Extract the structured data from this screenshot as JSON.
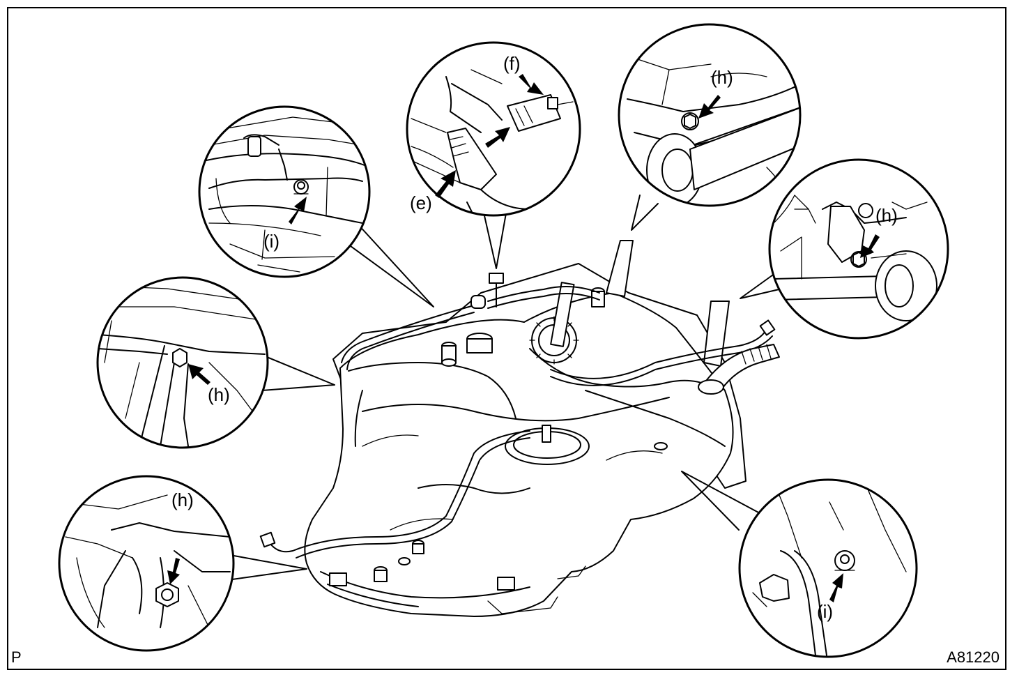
{
  "figure": {
    "drawing_id": "A81220",
    "corner_mark": "P"
  },
  "callouts": [
    {
      "id": "upper-left",
      "label": "(i)",
      "marker": "arrow-to-bolt"
    },
    {
      "id": "top-center",
      "label_1": "(e)",
      "label_2": "(f)",
      "marker": "connector"
    },
    {
      "id": "top-right",
      "label": "(h)",
      "marker": "arrow-to-bolt"
    },
    {
      "id": "right",
      "label": "(h)",
      "marker": "arrow-to-bolt"
    },
    {
      "id": "left",
      "label": "(h)",
      "marker": "arrow-to-bolt"
    },
    {
      "id": "lower-left",
      "label": "(h)",
      "marker": "arrow-to-bolt"
    },
    {
      "id": "lower-right",
      "label": "(i)",
      "marker": "arrow-to-bolt"
    }
  ],
  "main_part": {
    "icon": "fuel-tank-assembly"
  }
}
